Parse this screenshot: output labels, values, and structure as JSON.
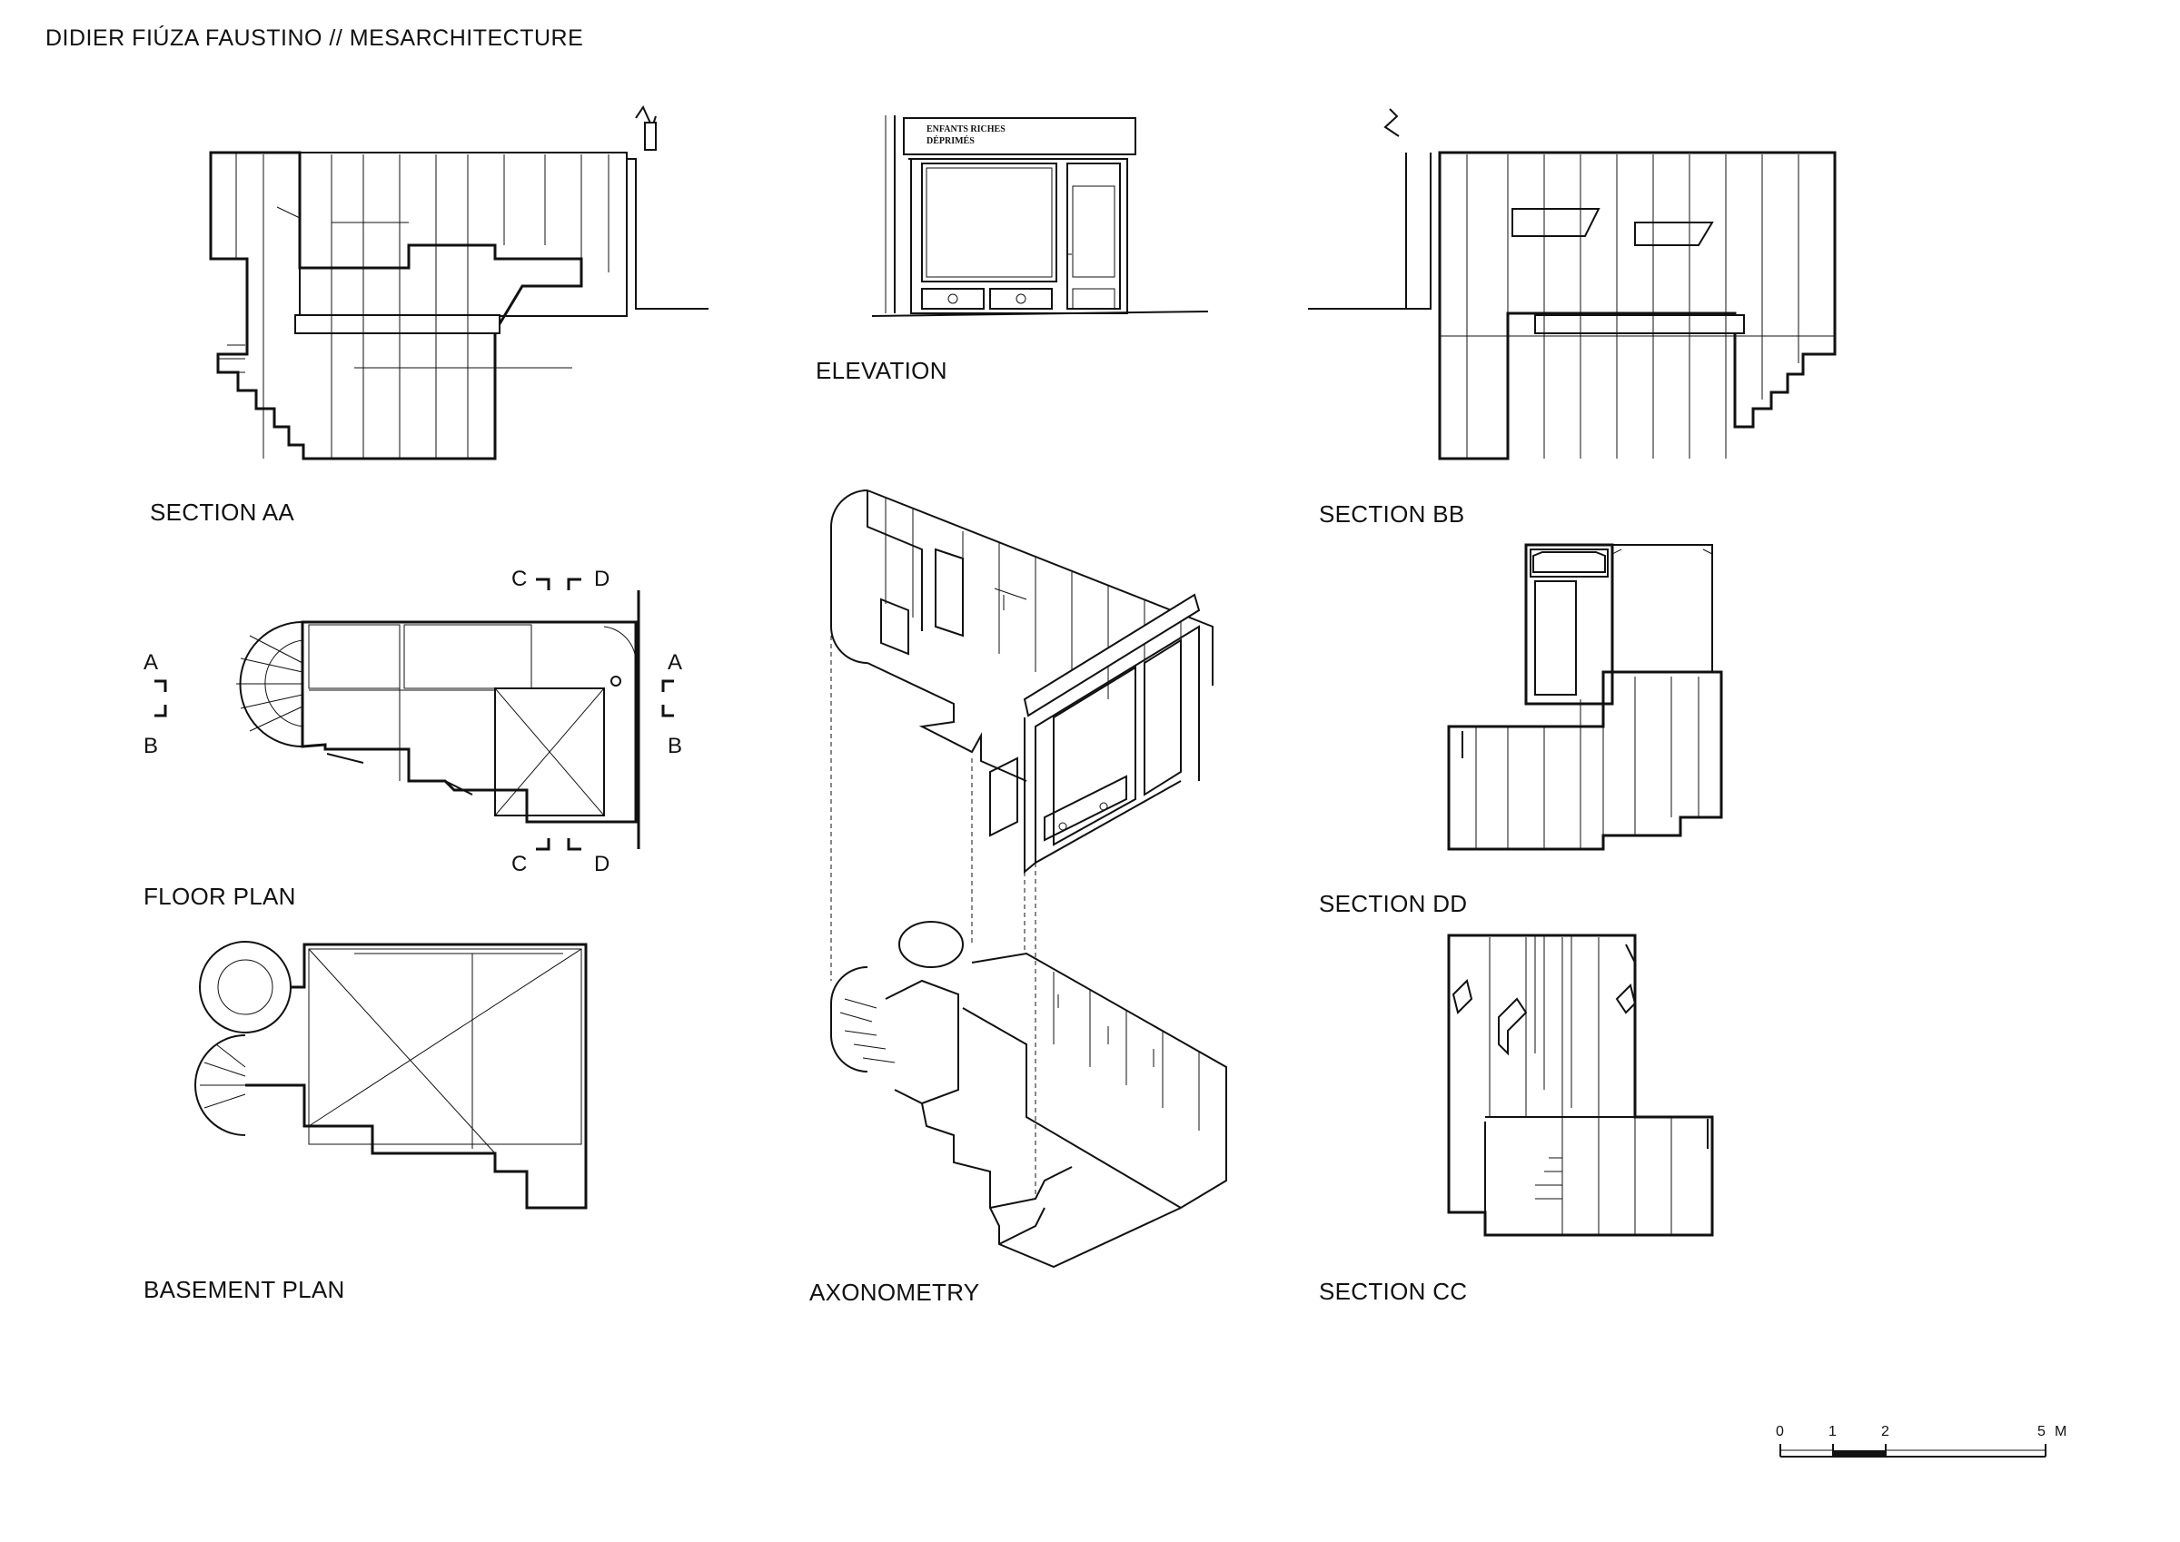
{
  "header": {
    "title": "DIDIER FIÚZA FAUSTINO // MESARCHITECTURE"
  },
  "drawings": {
    "section_aa": "SECTION AA",
    "elevation": "ELEVATION",
    "section_bb": "SECTION BB",
    "floor_plan": "FLOOR PLAN",
    "axonometry": "AXONOMETRY",
    "section_dd": "SECTION DD",
    "basement_plan": "BASEMENT PLAN",
    "section_cc": "SECTION CC"
  },
  "section_markers": {
    "a": "A",
    "b": "B",
    "c": "C",
    "d": "D"
  },
  "shop_sign": {
    "line1": "ENFANTS RICHES",
    "line2": "DÉPRIMÉS"
  },
  "scale_bar": {
    "t0": "0",
    "t1": "1",
    "t2": "2",
    "t5": "5",
    "unit": "M"
  }
}
